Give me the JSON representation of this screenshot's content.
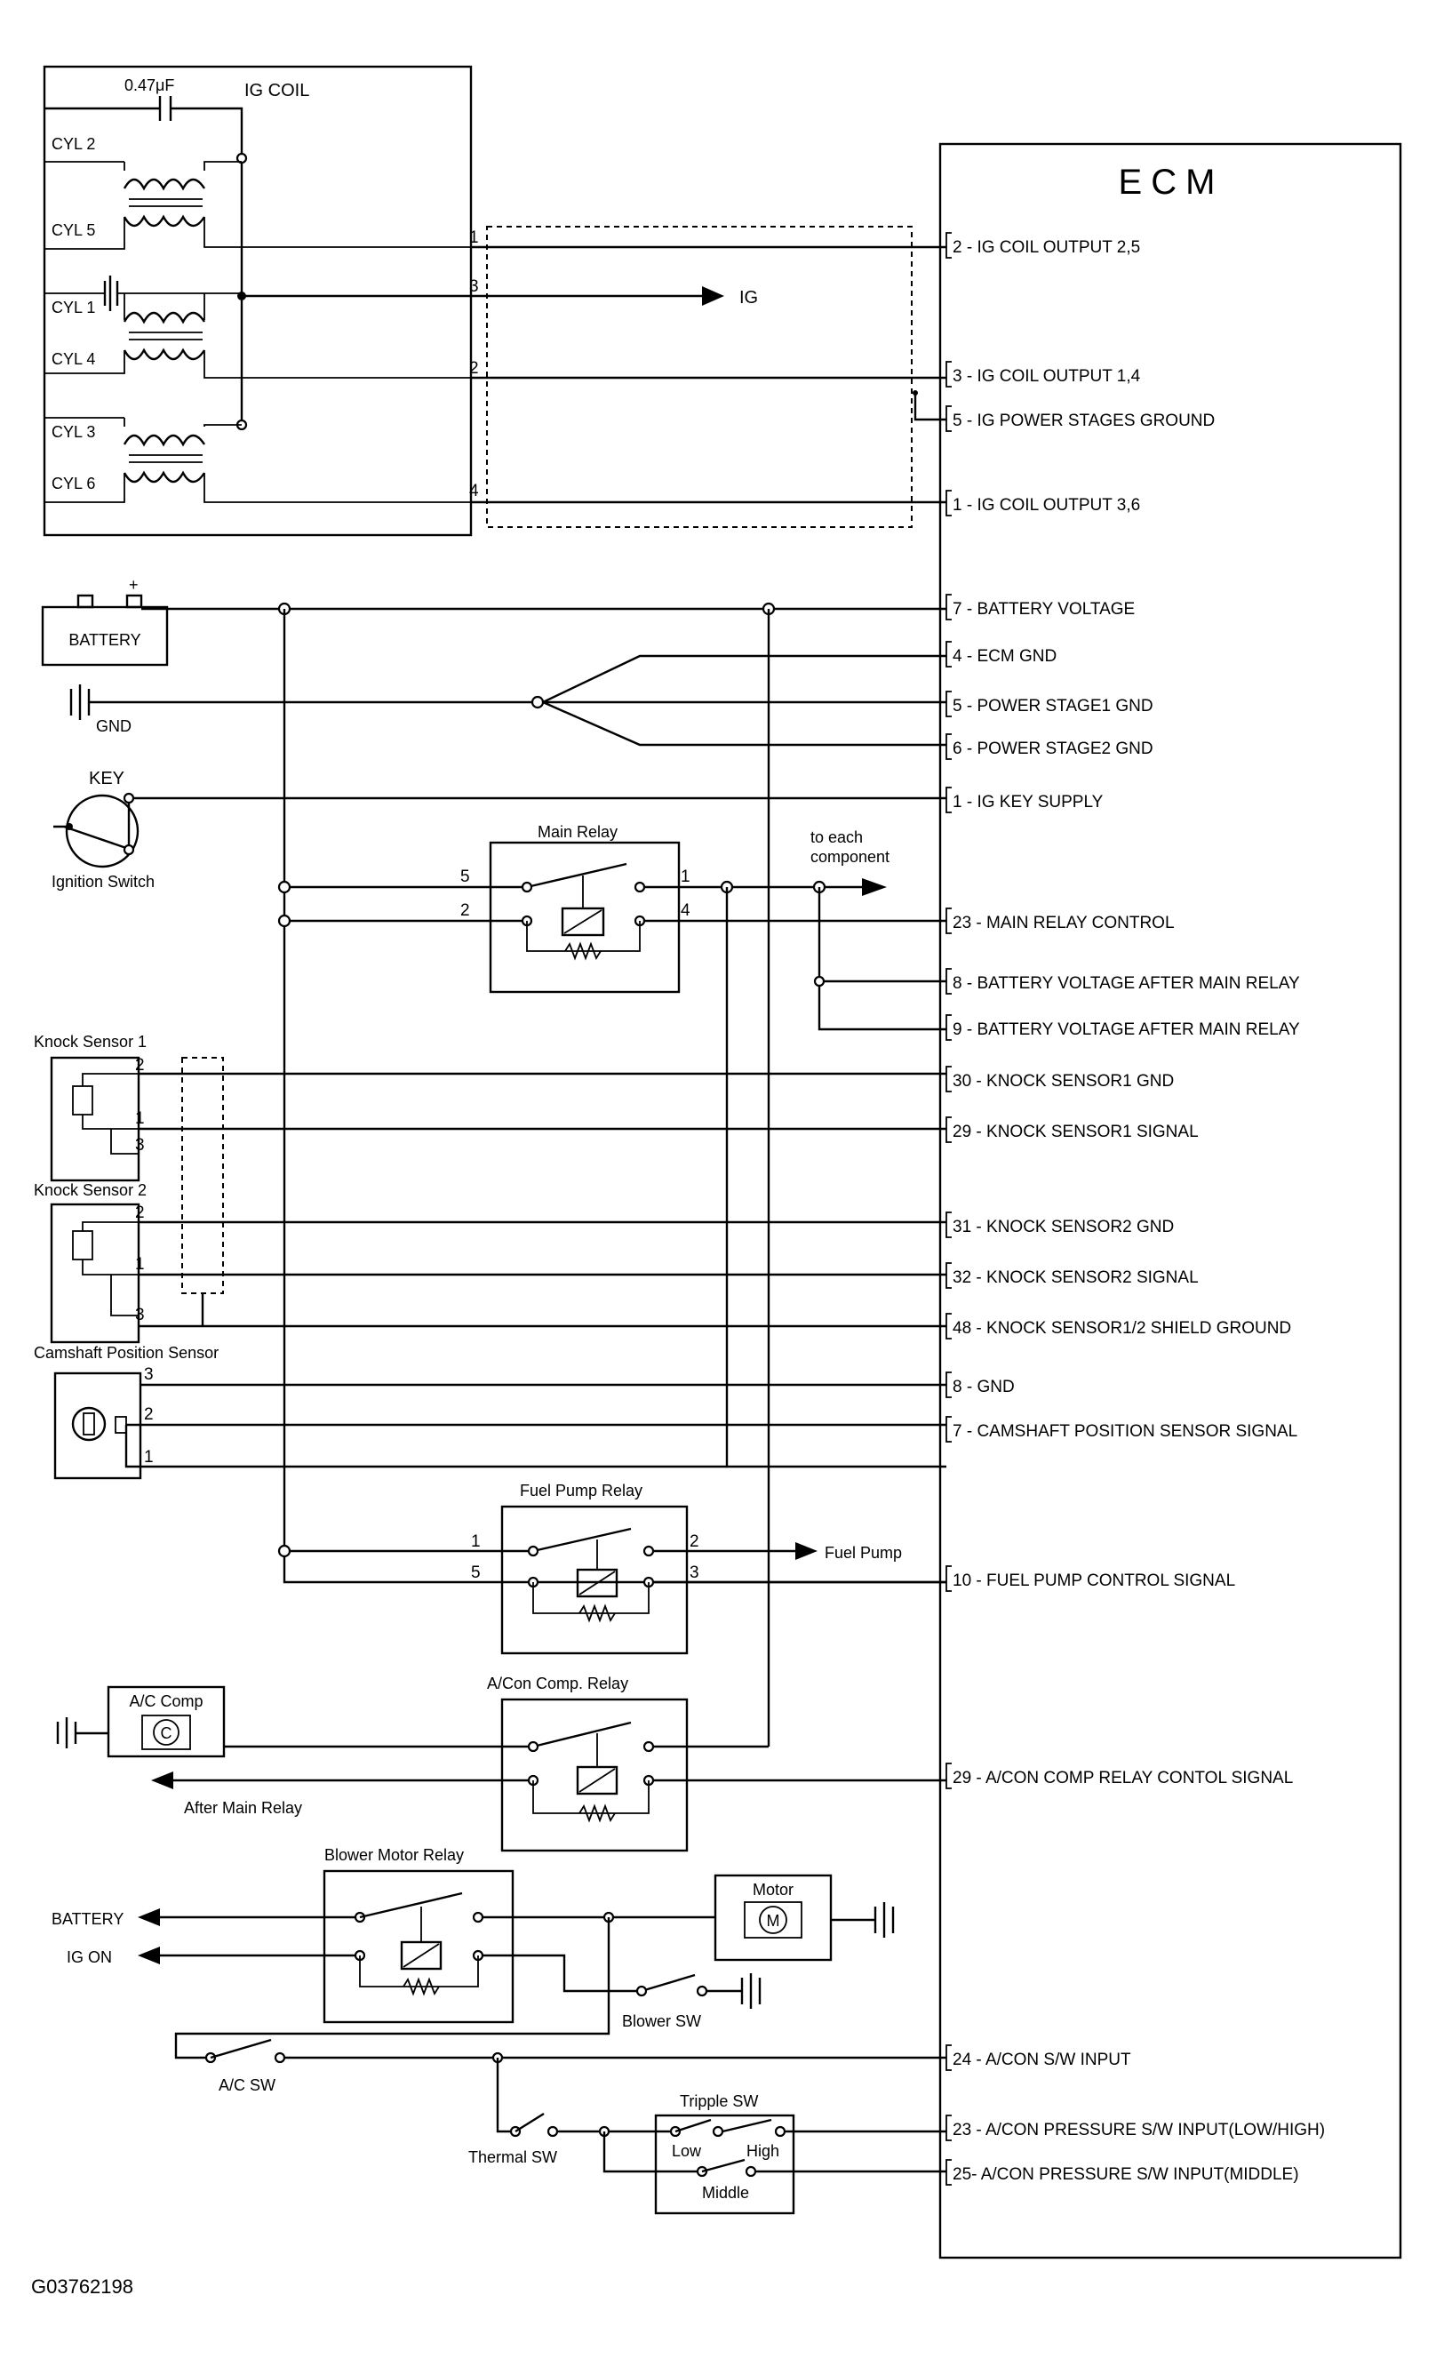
{
  "ecm": {
    "title": "ECM",
    "pins": [
      "2 - IG COIL OUTPUT 2,5",
      "3 - IG COIL OUTPUT 1,4",
      "5 - IG POWER STAGES GROUND",
      "1 - IG COIL OUTPUT 3,6",
      "7 - BATTERY VOLTAGE",
      "4 - ECM GND",
      "5 - POWER STAGE1 GND",
      "6 - POWER STAGE2 GND",
      "1 - IG KEY SUPPLY",
      "23 - MAIN RELAY CONTROL",
      "8 - BATTERY VOLTAGE AFTER MAIN RELAY",
      "9 - BATTERY VOLTAGE AFTER MAIN RELAY",
      "30 - KNOCK SENSOR1 GND",
      "29 - KNOCK SENSOR1 SIGNAL",
      "31 - KNOCK SENSOR2 GND",
      "32 - KNOCK SENSOR2 SIGNAL",
      "48 - KNOCK SENSOR1/2 SHIELD GROUND",
      "8 - GND",
      "7 - CAMSHAFT POSITION SENSOR SIGNAL",
      "10 - FUEL PUMP CONTROL SIGNAL",
      "29 - A/CON COMP  RELAY  CONTOL SIGNAL",
      "24 - A/CON S/W INPUT",
      "23 - A/CON PRESSURE S/W INPUT(LOW/HIGH)",
      "25- A/CON PRESSURE S/W INPUT(MIDDLE)"
    ]
  },
  "ig_coil": {
    "title": "IG COIL",
    "capacitor": "0.47μF",
    "cylinders": [
      "CYL 2",
      "CYL 5",
      "CYL 1",
      "CYL 4",
      "CYL 3",
      "CYL 6"
    ],
    "pins": [
      "1",
      "3",
      "2",
      "4"
    ],
    "ig_label": "IG"
  },
  "power": {
    "battery": "BATTERY",
    "plus": "+",
    "gnd": "GND",
    "key": "KEY",
    "ignition_switch": "Ignition Switch"
  },
  "main_relay": {
    "title": "Main Relay",
    "pins": [
      "5",
      "2",
      "1",
      "4"
    ],
    "to_each": "to each",
    "component": "component"
  },
  "sensors": {
    "knock1": "Knock Sensor 1",
    "knock2": "Knock Sensor 2",
    "knock_pins": [
      "2",
      "1",
      "3"
    ],
    "cam": "Camshaft Position Sensor",
    "cam_pins": [
      "3",
      "2",
      "1"
    ]
  },
  "fuel_pump_relay": {
    "title": "Fuel Pump Relay",
    "pins": [
      "1",
      "5",
      "2",
      "3"
    ],
    "fuel_pump": "Fuel Pump"
  },
  "acon_relay": {
    "title": "A/Con Comp. Relay",
    "ac_comp": "A/C Comp",
    "c": "C",
    "after_main": "After Main Relay"
  },
  "blower": {
    "title": "Blower Motor Relay",
    "motor": "Motor",
    "m": "M",
    "battery": "BATTERY",
    "ig_on": "IG ON",
    "blower_sw": "Blower SW"
  },
  "switches": {
    "ac_sw": "A/C SW",
    "thermal_sw": "Thermal SW",
    "tripple_sw": "Tripple SW",
    "low": "Low",
    "high": "High",
    "middle": "Middle"
  },
  "figure_code": "G03762198"
}
